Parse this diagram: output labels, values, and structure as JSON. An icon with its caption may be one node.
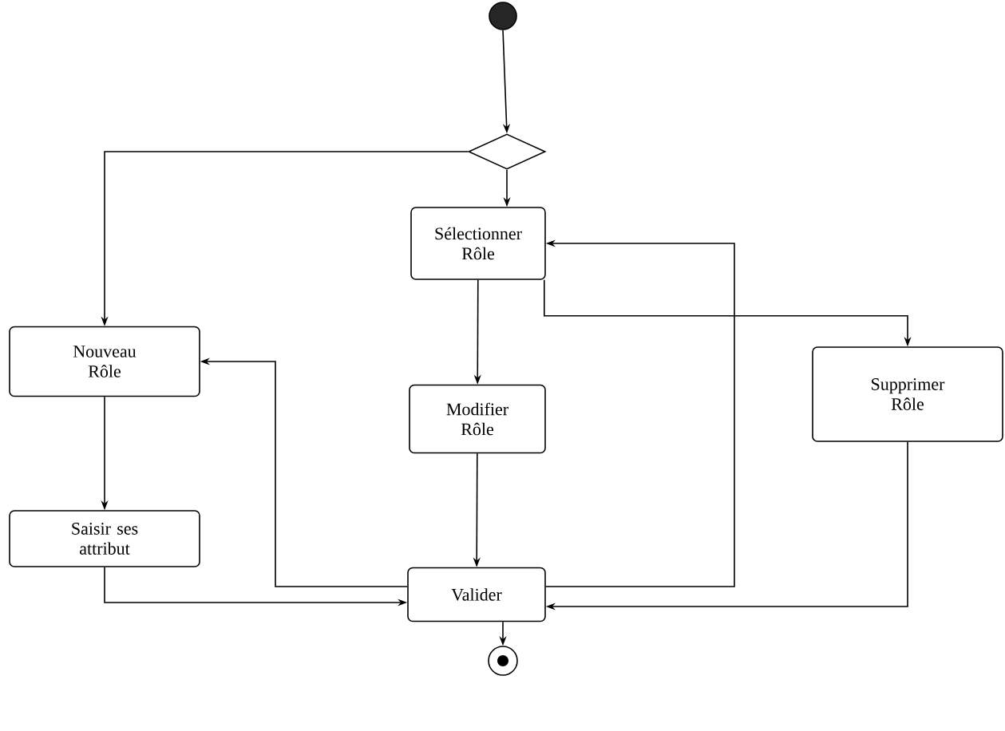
{
  "diagram": {
    "nodes": [
      {
        "text": [],
        "shape": "circle"
      },
      {
        "text": [],
        "shape": "diamond"
      },
      {
        "text": [
          "Sélectionner Rôle"
        ]
      },
      {
        "text": [
          "Nouveau Rôle"
        ]
      },
      {
        "text": [
          "Modifier Rôle"
        ]
      },
      {
        "text": [
          "Supprimer Rôle"
        ]
      },
      {
        "text": [
          "Saisir ses attribut"
        ]
      },
      {
        "text": [
          "Valider"
        ]
      },
      {
        "text": [],
        "shape": "bullseye"
      }
    ],
    "edges": [
      {
        "from": 0,
        "to": 1,
        "arrow": "to"
      },
      {
        "from": 1,
        "to": 2,
        "arrow": "to"
      },
      {
        "from": 1,
        "to": 3,
        "arrow": "to"
      },
      {
        "from": 2,
        "to": 4,
        "arrow": "to"
      },
      {
        "from": 2,
        "to": 5,
        "arrow": "to"
      },
      {
        "from": 3,
        "to": 6,
        "arrow": "to"
      },
      {
        "from": 4,
        "to": 7,
        "arrow": "to"
      },
      {
        "from": 6,
        "to": 7,
        "arrow": "to"
      },
      {
        "from": 7,
        "to": 3,
        "arrow": "to"
      },
      {
        "from": 7,
        "to": 2,
        "arrow": "to"
      },
      {
        "from": 5,
        "to": 7,
        "arrow": "to"
      },
      {
        "from": 7,
        "to": 8,
        "arrow": "to"
      }
    ]
  }
}
